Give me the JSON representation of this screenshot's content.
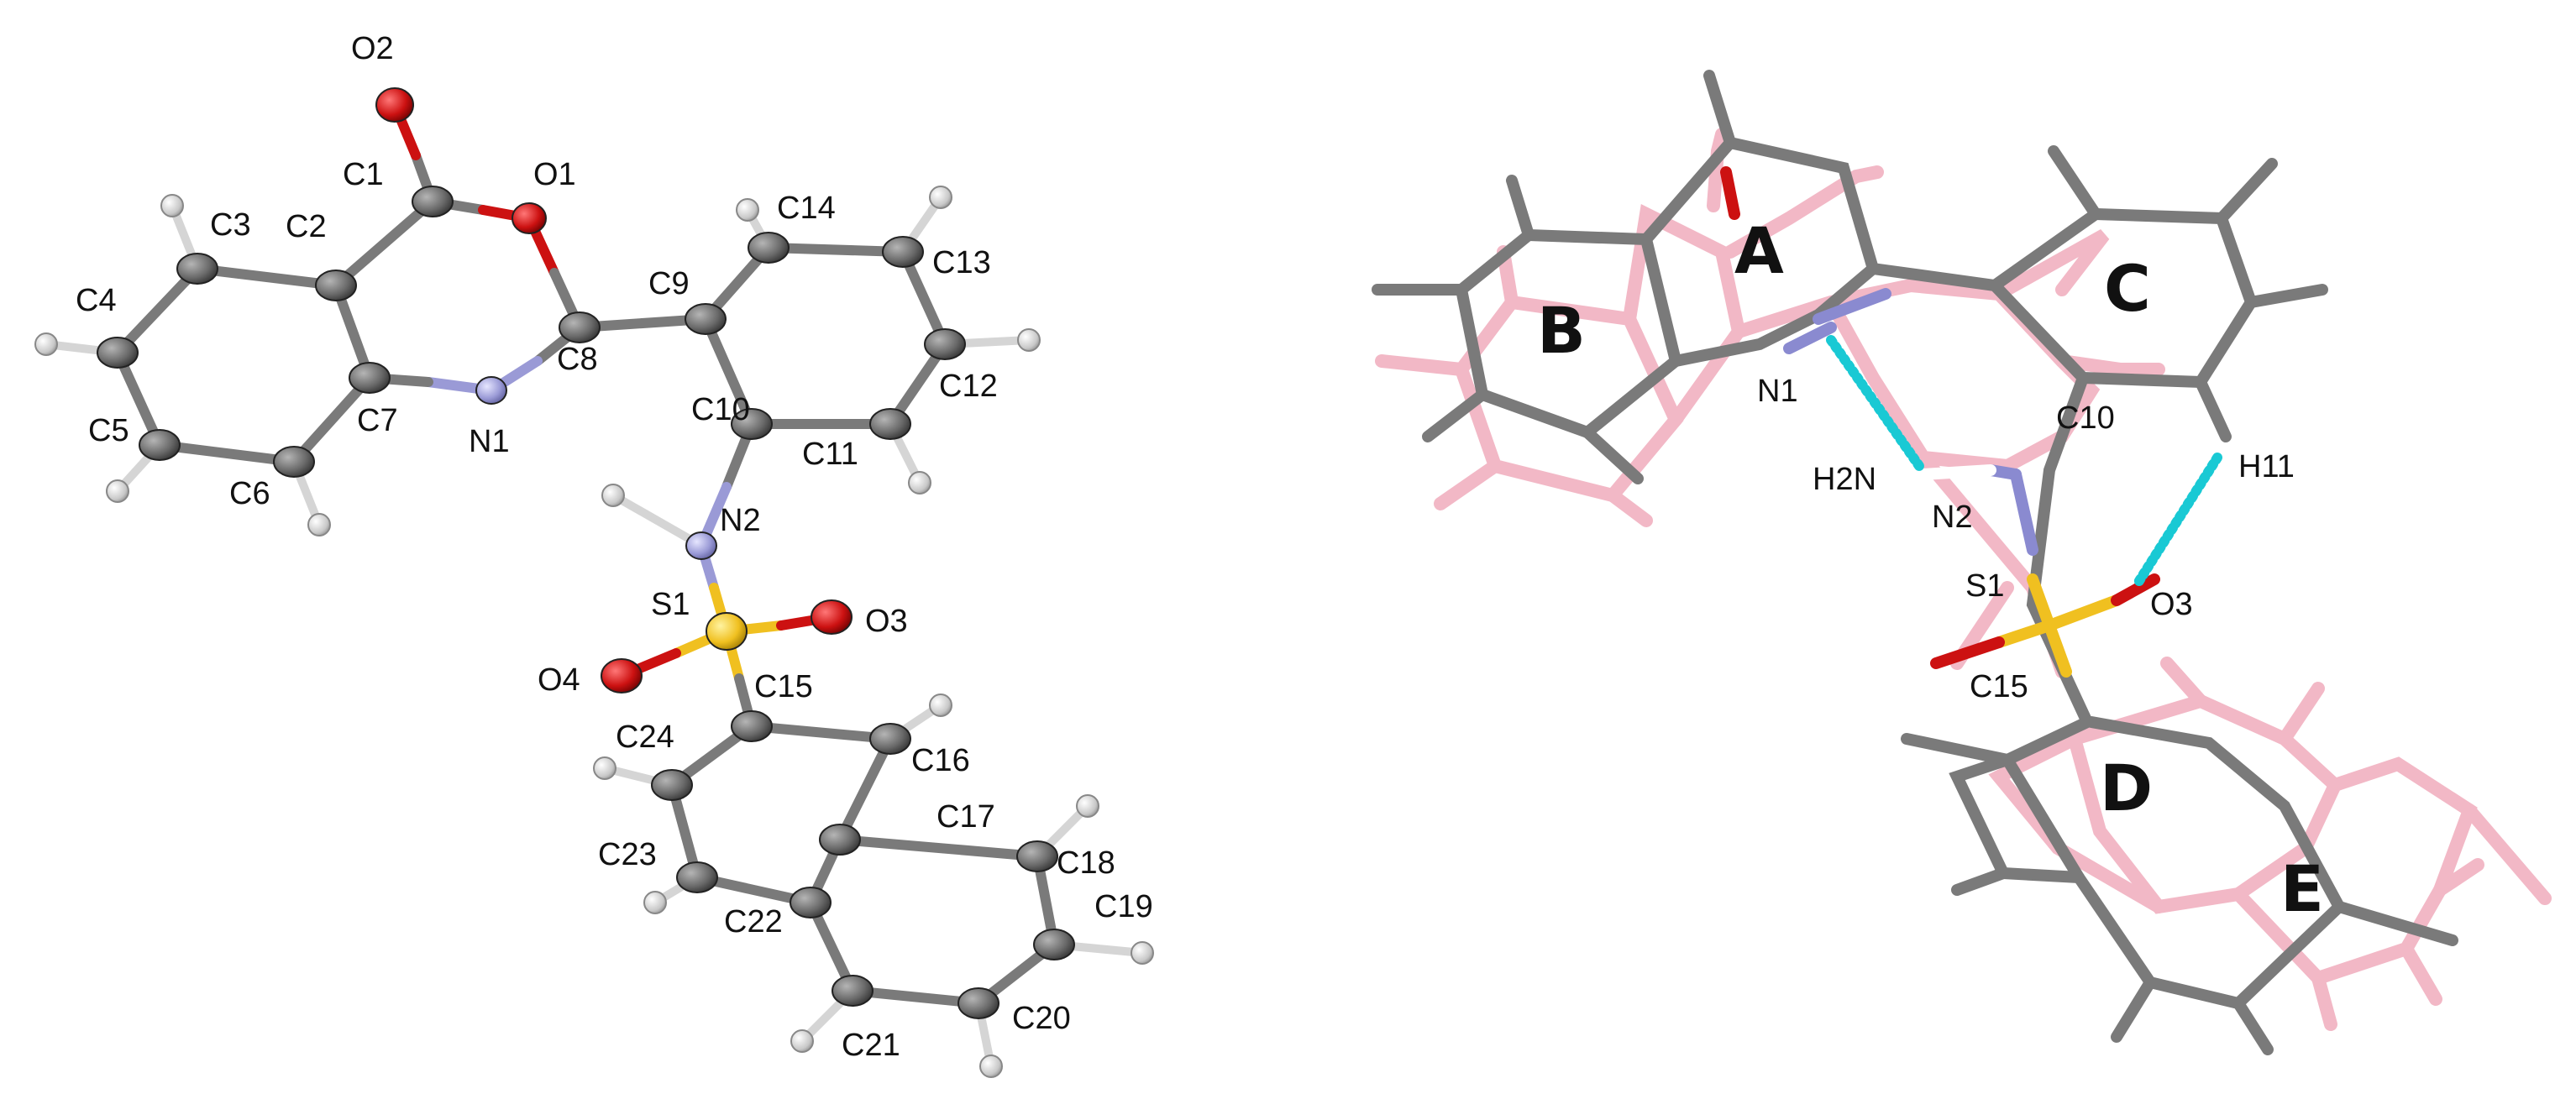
{
  "left_panel": {
    "atom_labels": {
      "O2": "O2",
      "C1": "C1",
      "O1": "O1",
      "C2": "C2",
      "C3": "C3",
      "C4": "C4",
      "C5": "C5",
      "C6": "C6",
      "C7": "C7",
      "N1": "N1",
      "C8": "C8",
      "C9": "C9",
      "C10": "C10",
      "C11": "C11",
      "C12": "C12",
      "C13": "C13",
      "C14": "C14",
      "N2": "N2",
      "S1": "S1",
      "O3": "O3",
      "O4": "O4",
      "C15": "C15",
      "C16": "C16",
      "C17": "C17",
      "C18": "C18",
      "C19": "C19",
      "C20": "C20",
      "C21": "C21",
      "C22": "C22",
      "C23": "C23",
      "C24": "C24"
    }
  },
  "right_panel": {
    "ring_labels": {
      "A": "A",
      "B": "B",
      "C": "C",
      "D": "D",
      "E": "E"
    },
    "atom_labels": {
      "N1": "N1",
      "H2N": "H2N",
      "N2": "N2",
      "C10": "C10",
      "H11": "H11",
      "S1": "S1",
      "O3": "O3",
      "C15": "C15"
    }
  },
  "colors": {
    "carbon": "#555555",
    "hydrogen": "#bfbfbf",
    "nitrogen": "#9a9ad6",
    "oxygen": "#cc1111",
    "sulfur": "#f0c020",
    "overlay_pink": "#f2b8c6",
    "hbond_cyan": "#19c9d4"
  }
}
